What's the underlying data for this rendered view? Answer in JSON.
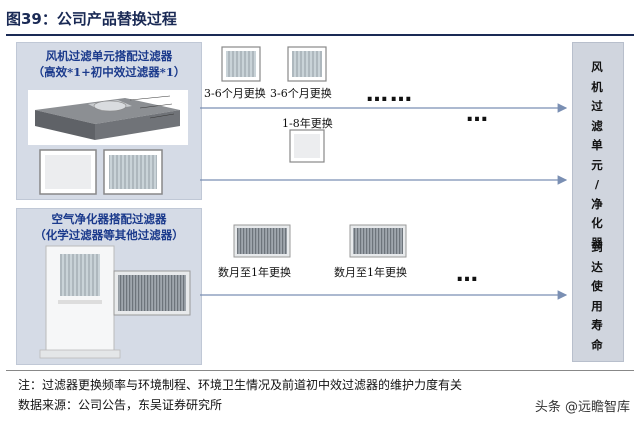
{
  "header": {
    "title": "图39：公司产品替换过程"
  },
  "top_panel": {
    "title_line1": "风机过滤单元搭配过滤器",
    "title_line2": "（高效*1+初中效过滤器*1）"
  },
  "bottom_panel": {
    "title_line1": "空气净化器搭配过滤器",
    "title_line2": "（化学过滤器等其他过滤器）"
  },
  "timeline": {
    "label_1": "3-6个月更换",
    "label_2": "3-6个月更换",
    "label_3": "1-8年更换",
    "label_4": "数月至1年更换",
    "label_5": "数月至1年更换",
    "ellipsis": "……",
    "ellipsis_short": "…"
  },
  "right_box": {
    "chars_1": [
      "风",
      "机",
      "过",
      "滤",
      "单",
      "元",
      "/",
      "净",
      "化",
      "器"
    ],
    "chars_2": [
      "到",
      "达",
      "使",
      "用",
      "寿",
      "命"
    ]
  },
  "footer": {
    "note": "注：过滤器更换频率与环境制程、环境卫生情况及前道初中效过滤器的维护力度有关",
    "source": "数据来源：公司公告，东吴证券研究所"
  },
  "watermark": "头条 @远瞻智库",
  "colors": {
    "title": "#1a2a55",
    "panel_bg": "#d5dbe6",
    "panel_title": "#1b3a8c",
    "arrow": "#7a8fb3"
  }
}
